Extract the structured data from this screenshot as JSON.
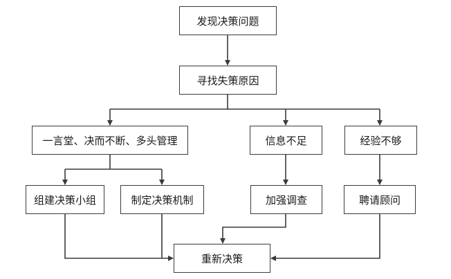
{
  "nodes": {
    "discover": "发现决策问题",
    "find_cause": "寻找失策原因",
    "management": "一言堂、决而不断、多头管理",
    "info": "信息不足",
    "experience": "经验不够",
    "team": "组建决策小组",
    "mechanism": "制定决策机制",
    "survey": "加强调查",
    "consultant": "聘请顾问",
    "redecide": "重新决策"
  },
  "colors": {
    "line": "#3a3a3a",
    "border": "#3a3a3a",
    "text": "#1a1a1a",
    "background": "#ffffff"
  }
}
